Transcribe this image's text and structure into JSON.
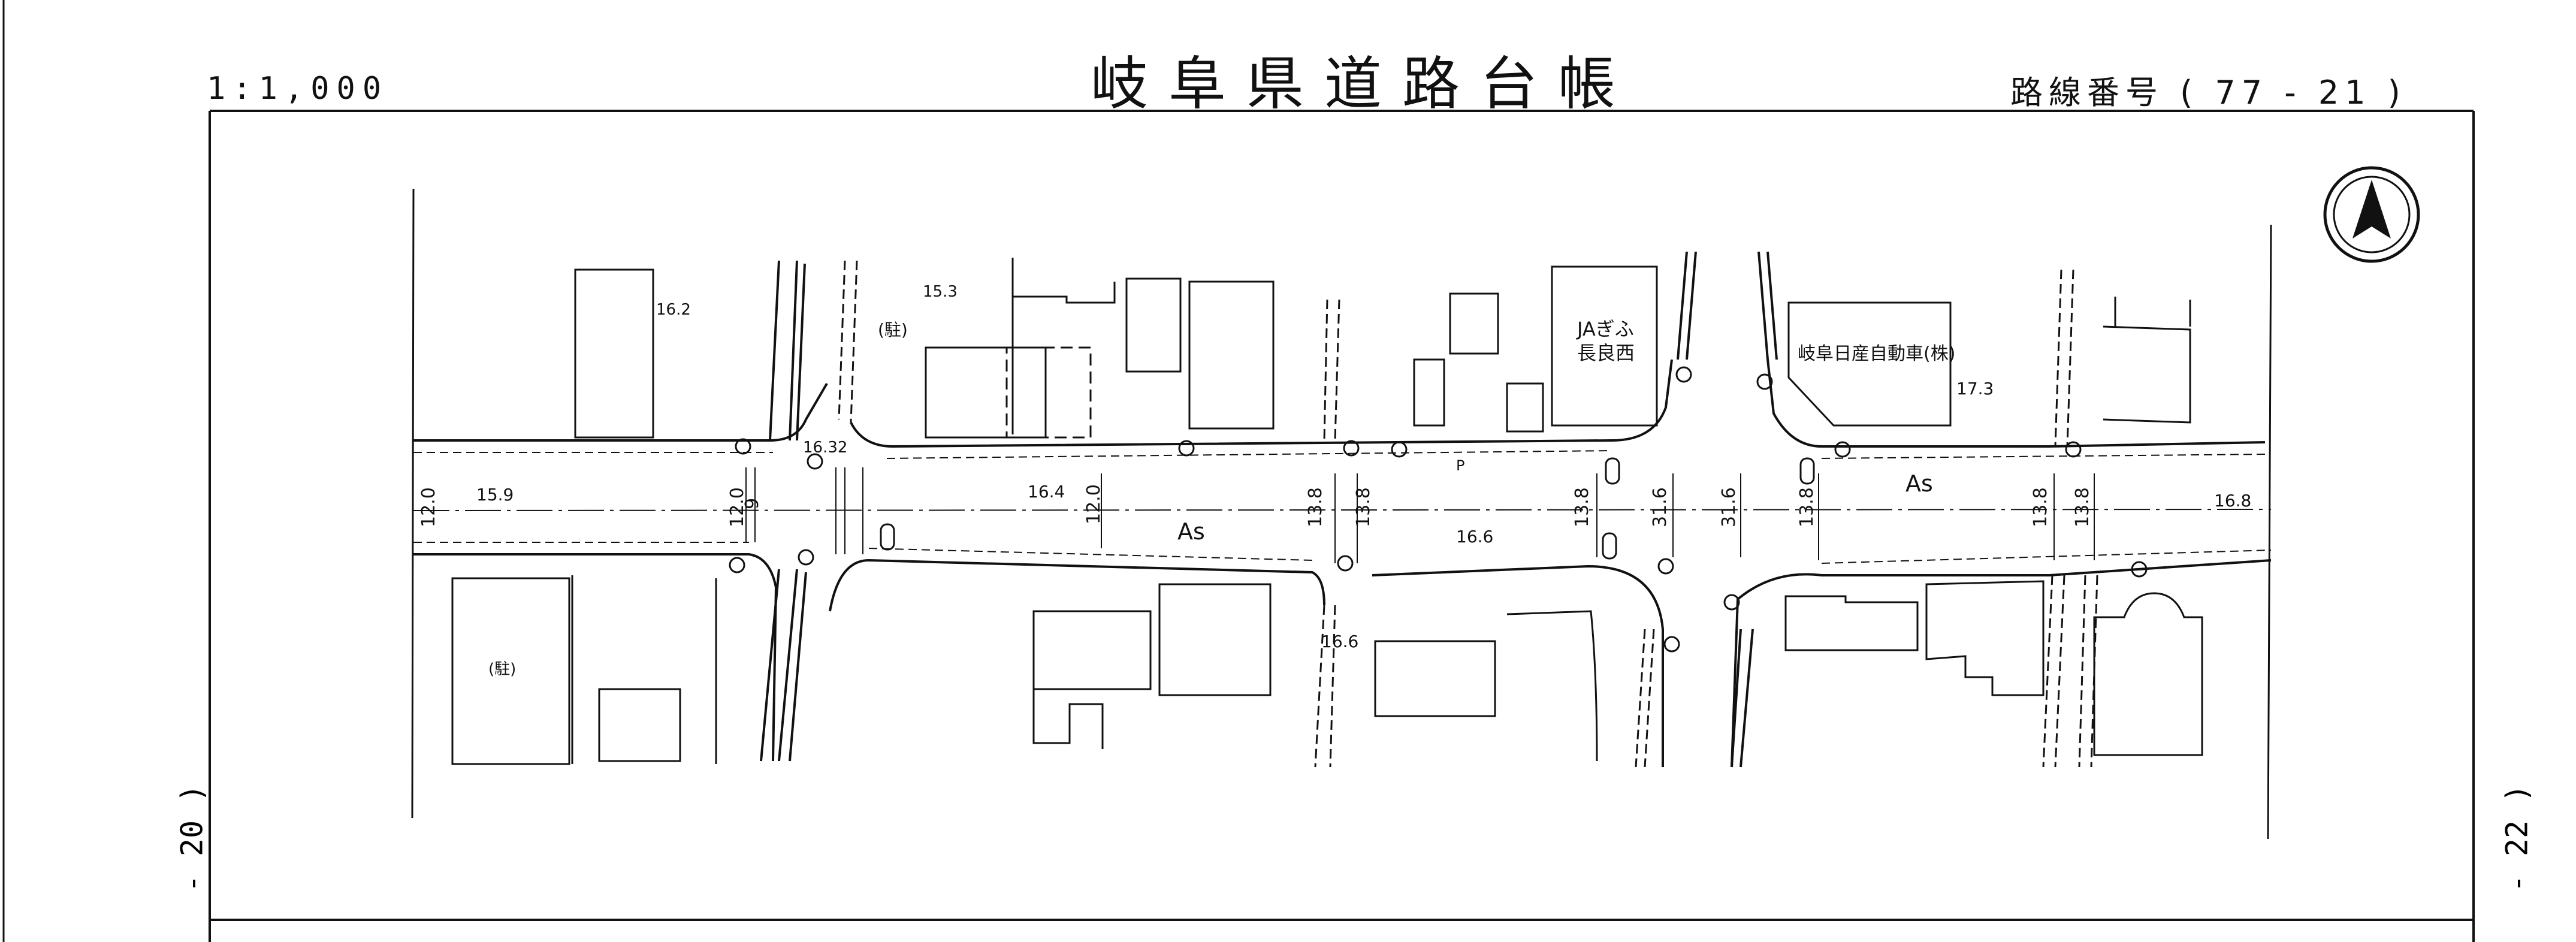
{
  "header": {
    "scale": "1:1,000",
    "title": "岐阜県道路台帳",
    "route_label": "路線番号 ( 77 - 21 )"
  },
  "side": {
    "left": "- 20 )",
    "right": "- 22 )"
  },
  "labels": {
    "elev_1": "16.2",
    "elev_2": "15.3",
    "elev_3": "16.32",
    "elev_4": "15.9",
    "elev_5": "16.4",
    "elev_6": "16.6",
    "elev_7": "16.8",
    "elev_8": "17.3",
    "elev_9": "16.6",
    "parking_1": "(駐)",
    "parking_2": "(駐)",
    "ja": "JAぎふ",
    "ja2": "長良西",
    "nissan": "岐阜日産自動車(株)",
    "as_1": "As",
    "as_2": "As",
    "w_12a": "12.0",
    "w_12b": "12.0",
    "w_12c": "12.0",
    "w_9": "9",
    "w_138a": "13.8",
    "w_138b": "13.8",
    "w_138c": "13.8",
    "w_316a": "31.6",
    "w_316b": "31.6",
    "w_138d": "13.8",
    "w_138e": "13.8",
    "w_138f": "13.8",
    "p": "P"
  }
}
